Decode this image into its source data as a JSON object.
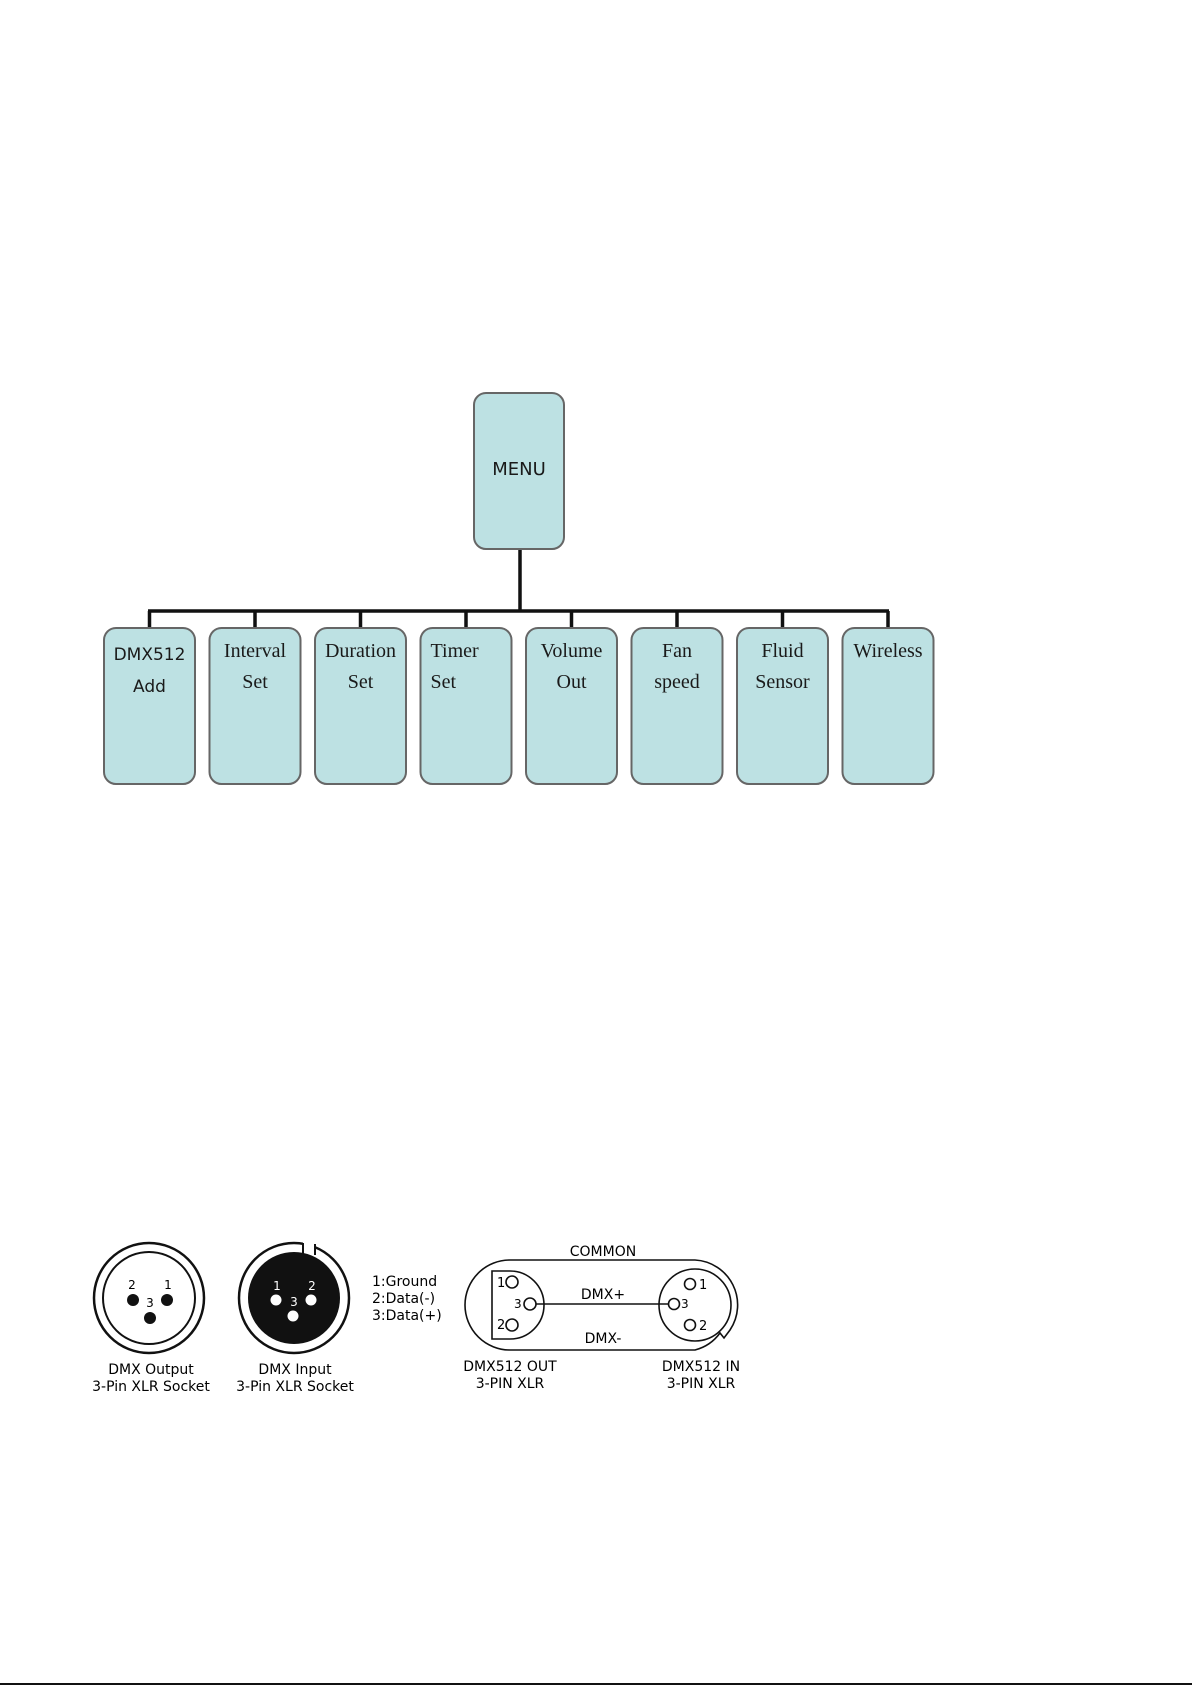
{
  "menu_tree": {
    "root": "MENU",
    "children": [
      {
        "line1": "DMX512",
        "line2": "Add",
        "style": "sans"
      },
      {
        "line1": "Interval",
        "line2": "Set",
        "style": "serif"
      },
      {
        "line1": "Duration",
        "line2": "Set",
        "style": "serif"
      },
      {
        "line1": "Timer",
        "line2": "Set",
        "style": "serif",
        "align": "left"
      },
      {
        "line1": "Volume",
        "line2": "Out",
        "style": "serif"
      },
      {
        "line1": "Fan",
        "line2": "speed",
        "style": "serif"
      },
      {
        "line1": "Fluid",
        "line2": "Sensor",
        "style": "serif"
      },
      {
        "line1": "Wireless",
        "line2": "",
        "style": "serif"
      }
    ],
    "colors": {
      "box_fill": "#bde1e3",
      "box_stroke": "#666666",
      "line": "#111111"
    }
  },
  "connectors": {
    "output_socket": {
      "caption_line1": "DMX Output",
      "caption_line2": "3-Pin XLR Socket",
      "pins": [
        "2",
        "1",
        "3"
      ]
    },
    "input_socket": {
      "caption_line1": "DMX Input",
      "caption_line2": "3-Pin XLR Socket",
      "pins": [
        "1",
        "2",
        "3"
      ]
    },
    "pin_legend": [
      "1:Ground",
      "2:Data(-)",
      "3:Data(+)"
    ],
    "cable": {
      "common_label": "COMMON",
      "dmx_plus_label": "DMX+",
      "dmx_minus_label": "DMX-",
      "out_pins": [
        "1",
        "3",
        "2"
      ],
      "in_pins": [
        "1",
        "3",
        "2"
      ],
      "out_caption_line1": "DMX512 OUT",
      "out_caption_line2": "3-PIN XLR",
      "in_caption_line1": "DMX512 IN",
      "in_caption_line2": "3-PIN XLR"
    }
  }
}
